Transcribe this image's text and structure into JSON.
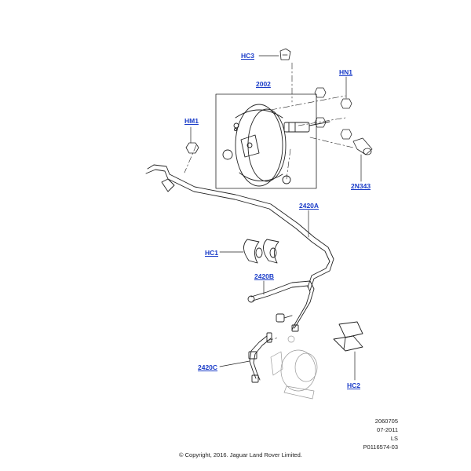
{
  "callouts": {
    "hc3": "HC3",
    "hn1": "HN1",
    "c2002": "2002",
    "hm1": "HM1",
    "c2n343": "2N343",
    "c2420a": "2420A",
    "hc1": "HC1",
    "c2420b": "2420B",
    "c2420c": "2420C",
    "hc2": "HC2"
  },
  "meta": {
    "date_code": "2060705",
    "month_year": "07-2011",
    "initials": "LS",
    "part_ref": "P0116574-03"
  },
  "copyright": "© Copyright, 2016. Jaguar Land Rover Limited.",
  "colors": {
    "callout": "#1a3cc8",
    "line": "#222222"
  }
}
